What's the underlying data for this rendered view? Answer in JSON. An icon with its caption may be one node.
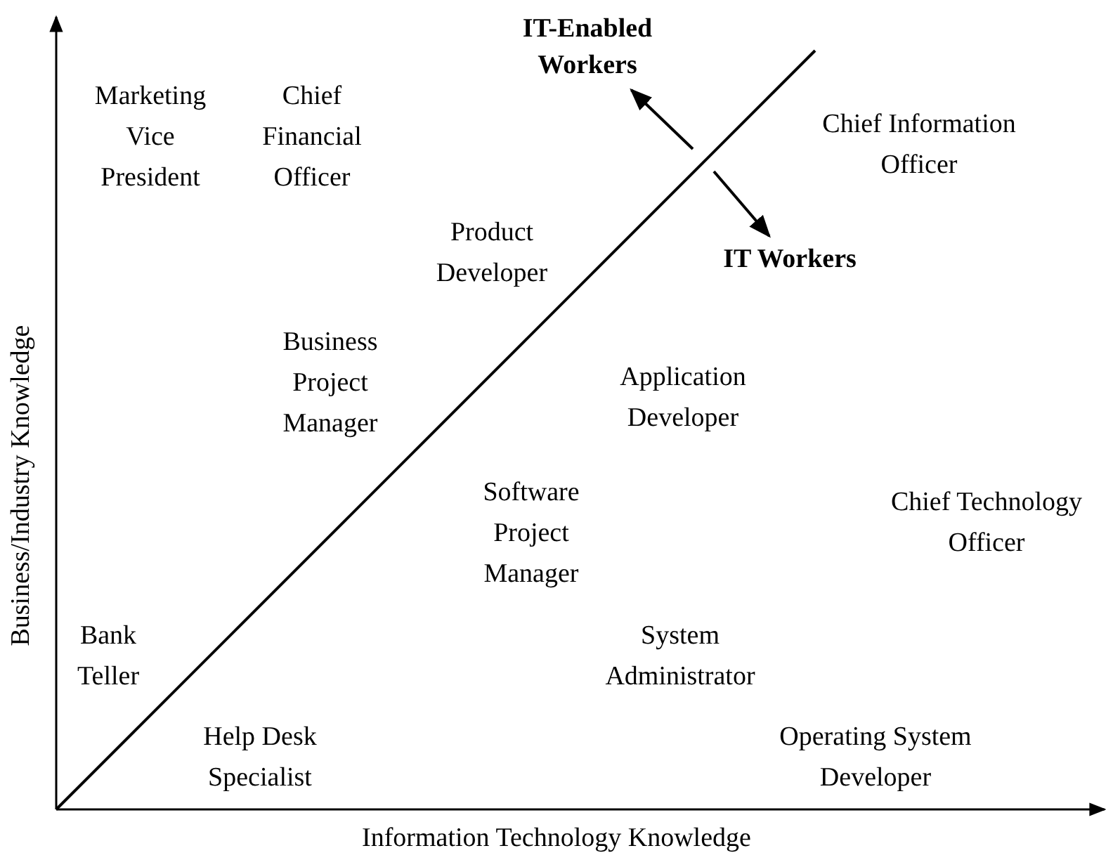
{
  "diagram": {
    "nodes": [
      {
        "text": [
          "IT-Enabled Workers"
        ]
      },
      {
        "text": [
          "IT Workers"
        ]
      }
    ],
    "edges": [
      {
        "from": null,
        "to": 0,
        "arrow": "to"
      },
      {
        "from": null,
        "to": 1,
        "arrow": "to"
      }
    ],
    "labels": [
      "Marketing Vice President",
      "Chief Financial Officer",
      "Chief Information Officer",
      "Product Developer",
      "Business Project Manager",
      "Application Developer",
      "Software Project Manager",
      "Chief Technology Officer",
      "Bank Teller",
      "System Administrator",
      "Help Desk Specialist",
      "Operating System Developer",
      "Information Technology Knowledge",
      "Business/Industry Knowledge"
    ]
  }
}
